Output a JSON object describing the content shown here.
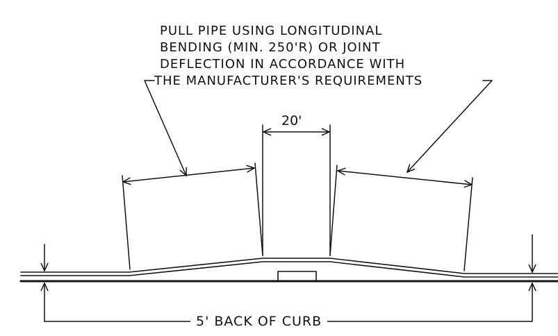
{
  "note": {
    "lines": [
      "PULL PIPE USING LONGITUDINAL",
      "BENDING (MIN. 250'R) OR JOINT",
      "DEFLECTION IN ACCORDANCE WITH",
      "THE MANUFACTURER'S REQUIREMENTS"
    ]
  },
  "dimensions": {
    "spacing": "20'",
    "offset": "5' BACK OF CURB"
  },
  "colors": {
    "ink": "#111111",
    "background": "#ffffff"
  }
}
